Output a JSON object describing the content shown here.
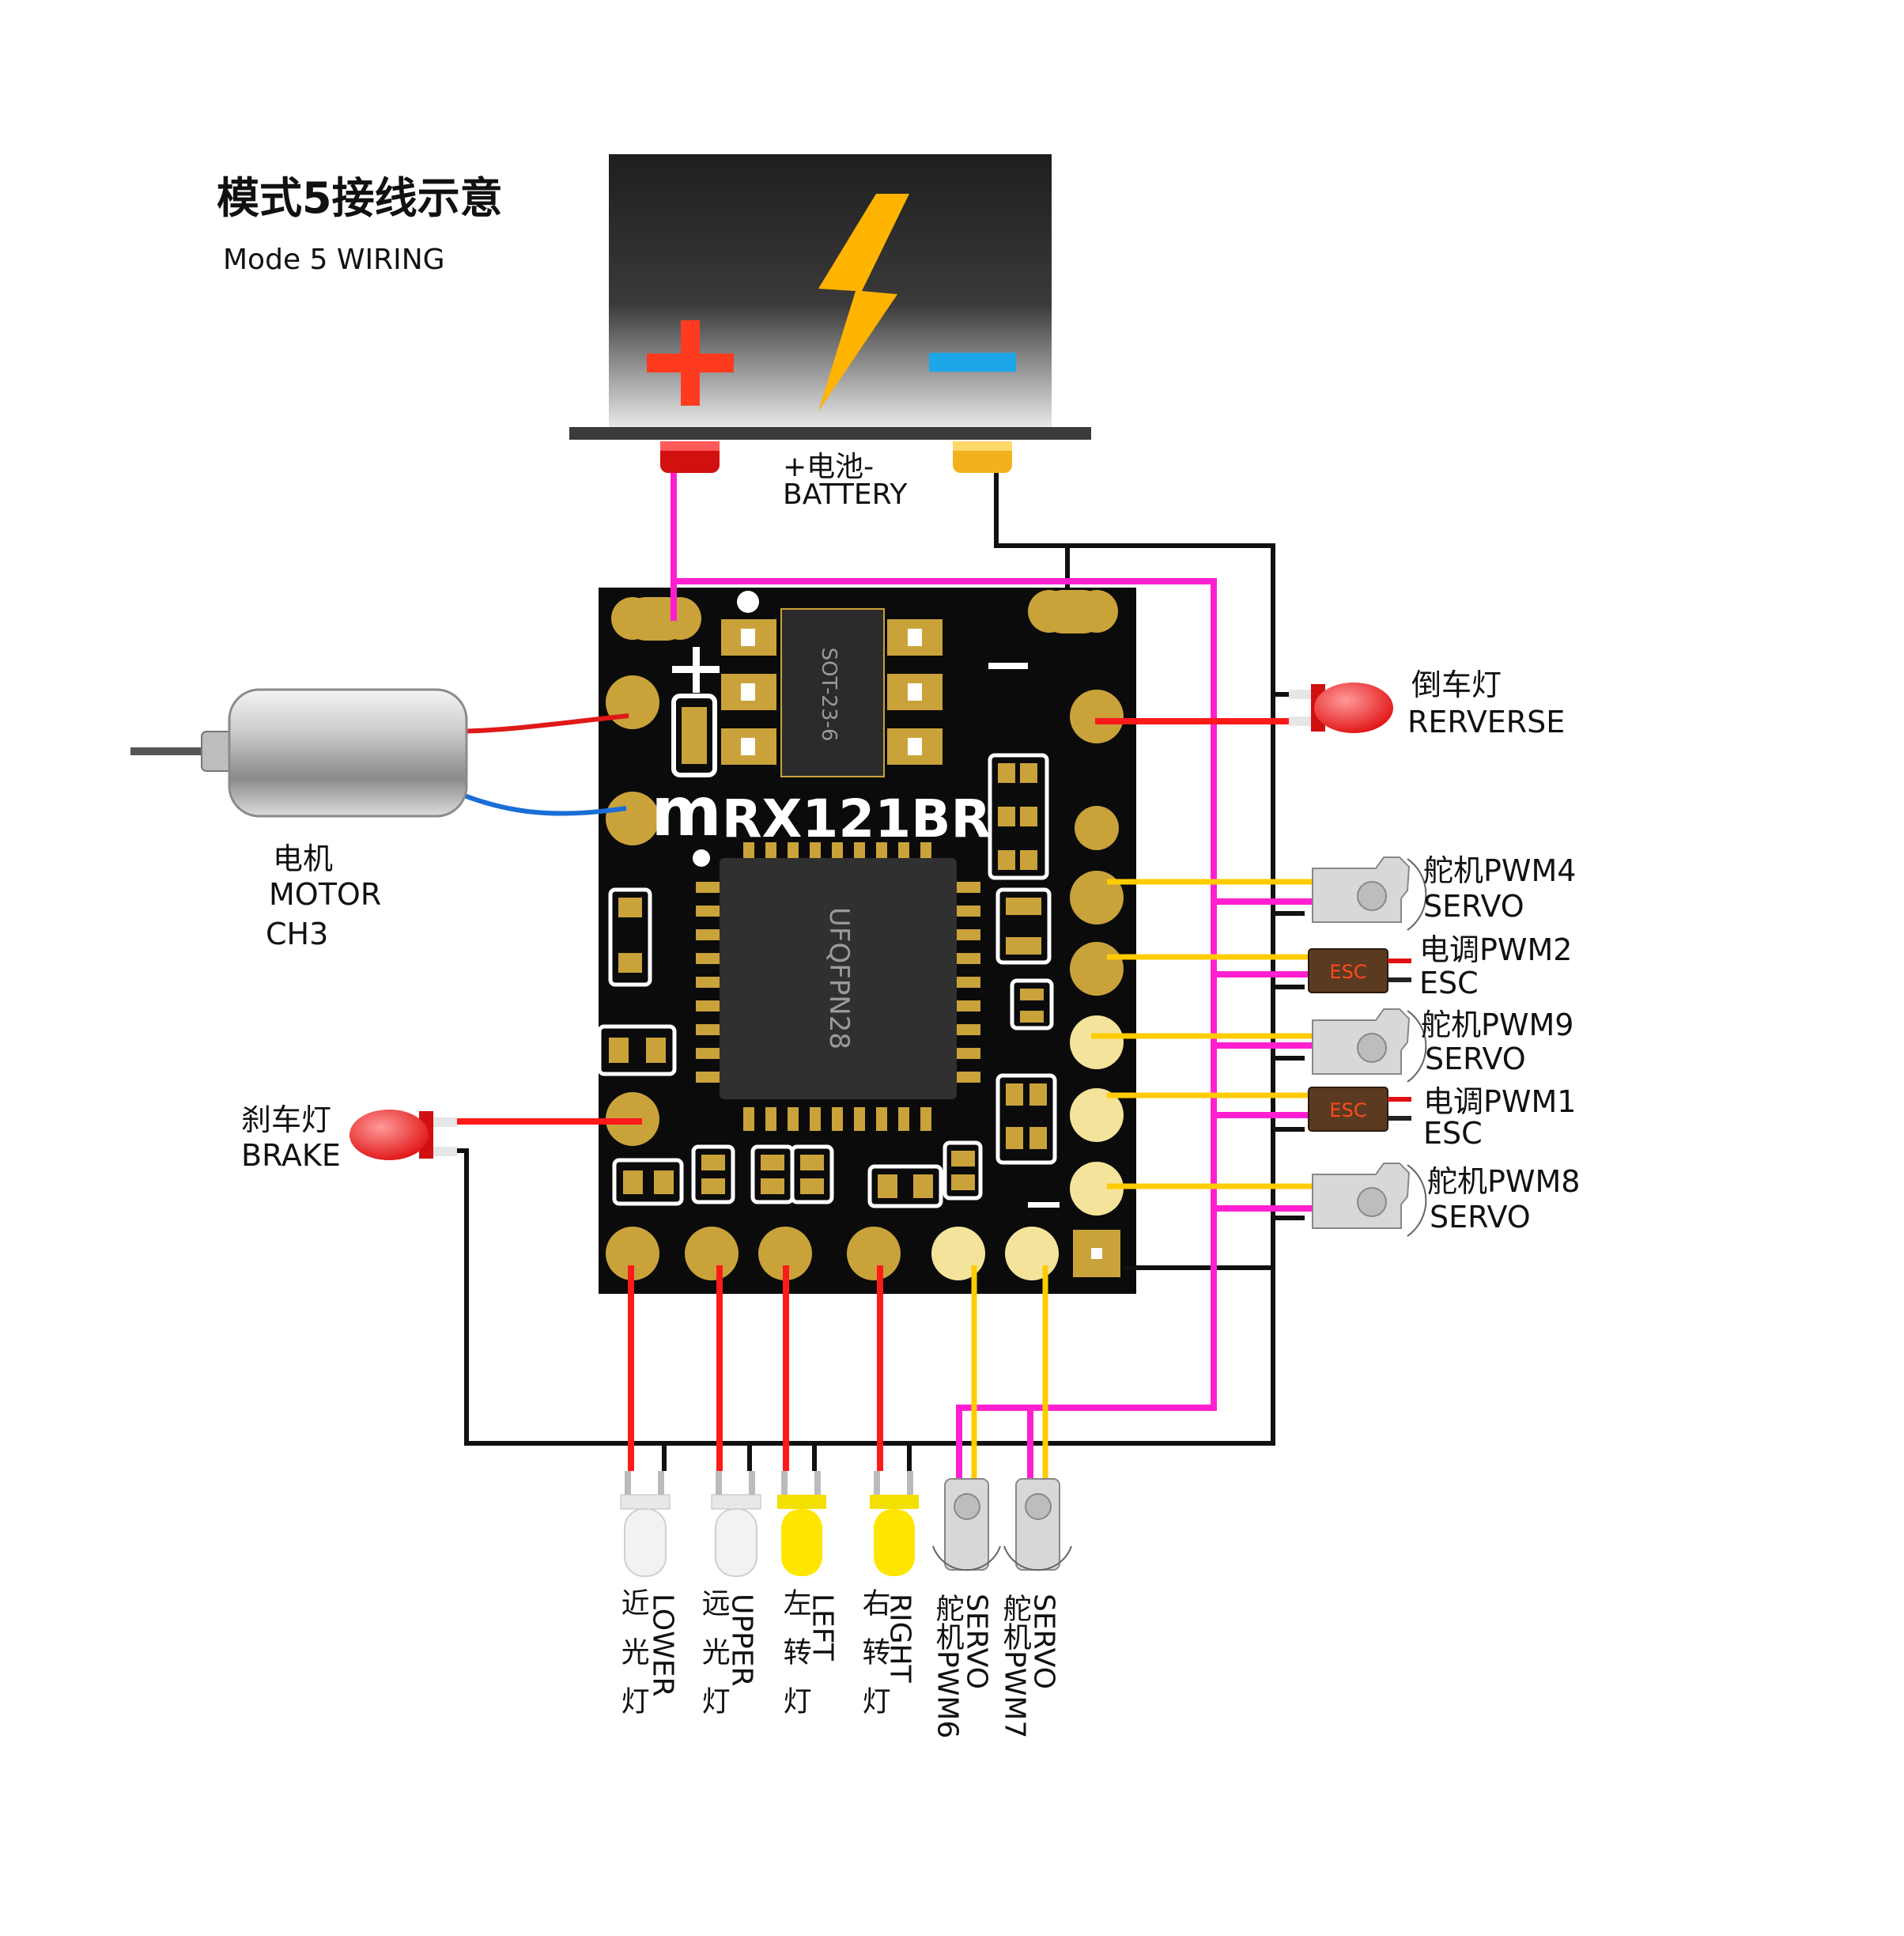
{
  "title": {
    "cn": "模式5接线示意",
    "en": "Mode 5 WIRING"
  },
  "battery": {
    "plus": "+",
    "minus": "−",
    "label_cn": "+电池-",
    "label_en": "BATTERY"
  },
  "board": {
    "name": "RX121BR",
    "chip": "UFQFPN28",
    "regulator": "SOT-23-6",
    "logo": "m"
  },
  "motor": {
    "cn": "电机",
    "en": "MOTOR",
    "channel": "CH3"
  },
  "brake": {
    "cn": "刹车灯",
    "en": "BRAKE"
  },
  "reverse": {
    "cn": "倒车灯",
    "en": "RERVERSE"
  },
  "right_outputs": [
    {
      "cn": "舵机PWM4",
      "en": "SERVO",
      "device": "servo"
    },
    {
      "cn": "电调PWM2",
      "en": "ESC",
      "device": "esc"
    },
    {
      "cn": "舵机PWM9",
      "en": "SERVO",
      "device": "servo"
    },
    {
      "cn": "电调PWM1",
      "en": "ESC",
      "device": "esc"
    },
    {
      "cn": "舵机PWM8",
      "en": "SERVO",
      "device": "servo"
    }
  ],
  "esc_badge": "ESC",
  "bottom_outputs": [
    {
      "cn": "近光灯",
      "en": "LOWER",
      "device": "led-white"
    },
    {
      "cn": "远光灯",
      "en": "UPPER",
      "device": "led-white"
    },
    {
      "cn": "左转灯",
      "en": "LEFT",
      "device": "led-yellow"
    },
    {
      "cn": "右转灯",
      "en": "RIGHT",
      "device": "led-yellow"
    },
    {
      "cn": "舵机PWM6",
      "en": "SERVO",
      "device": "servo"
    },
    {
      "cn": "舵机PWM7",
      "en": "SERVO",
      "device": "servo"
    }
  ],
  "colors": {
    "positive_wire": "#ff1fd0",
    "ground_wire": "#111111",
    "signal_wire": "#ffcc00",
    "led_wire": "#ff1a1a",
    "board": "#0b0b0b",
    "pad": "#c9a23a",
    "battery_plus": "#ff3b1f",
    "battery_minus": "#1ea7e8",
    "bolt": "#ffb400"
  }
}
